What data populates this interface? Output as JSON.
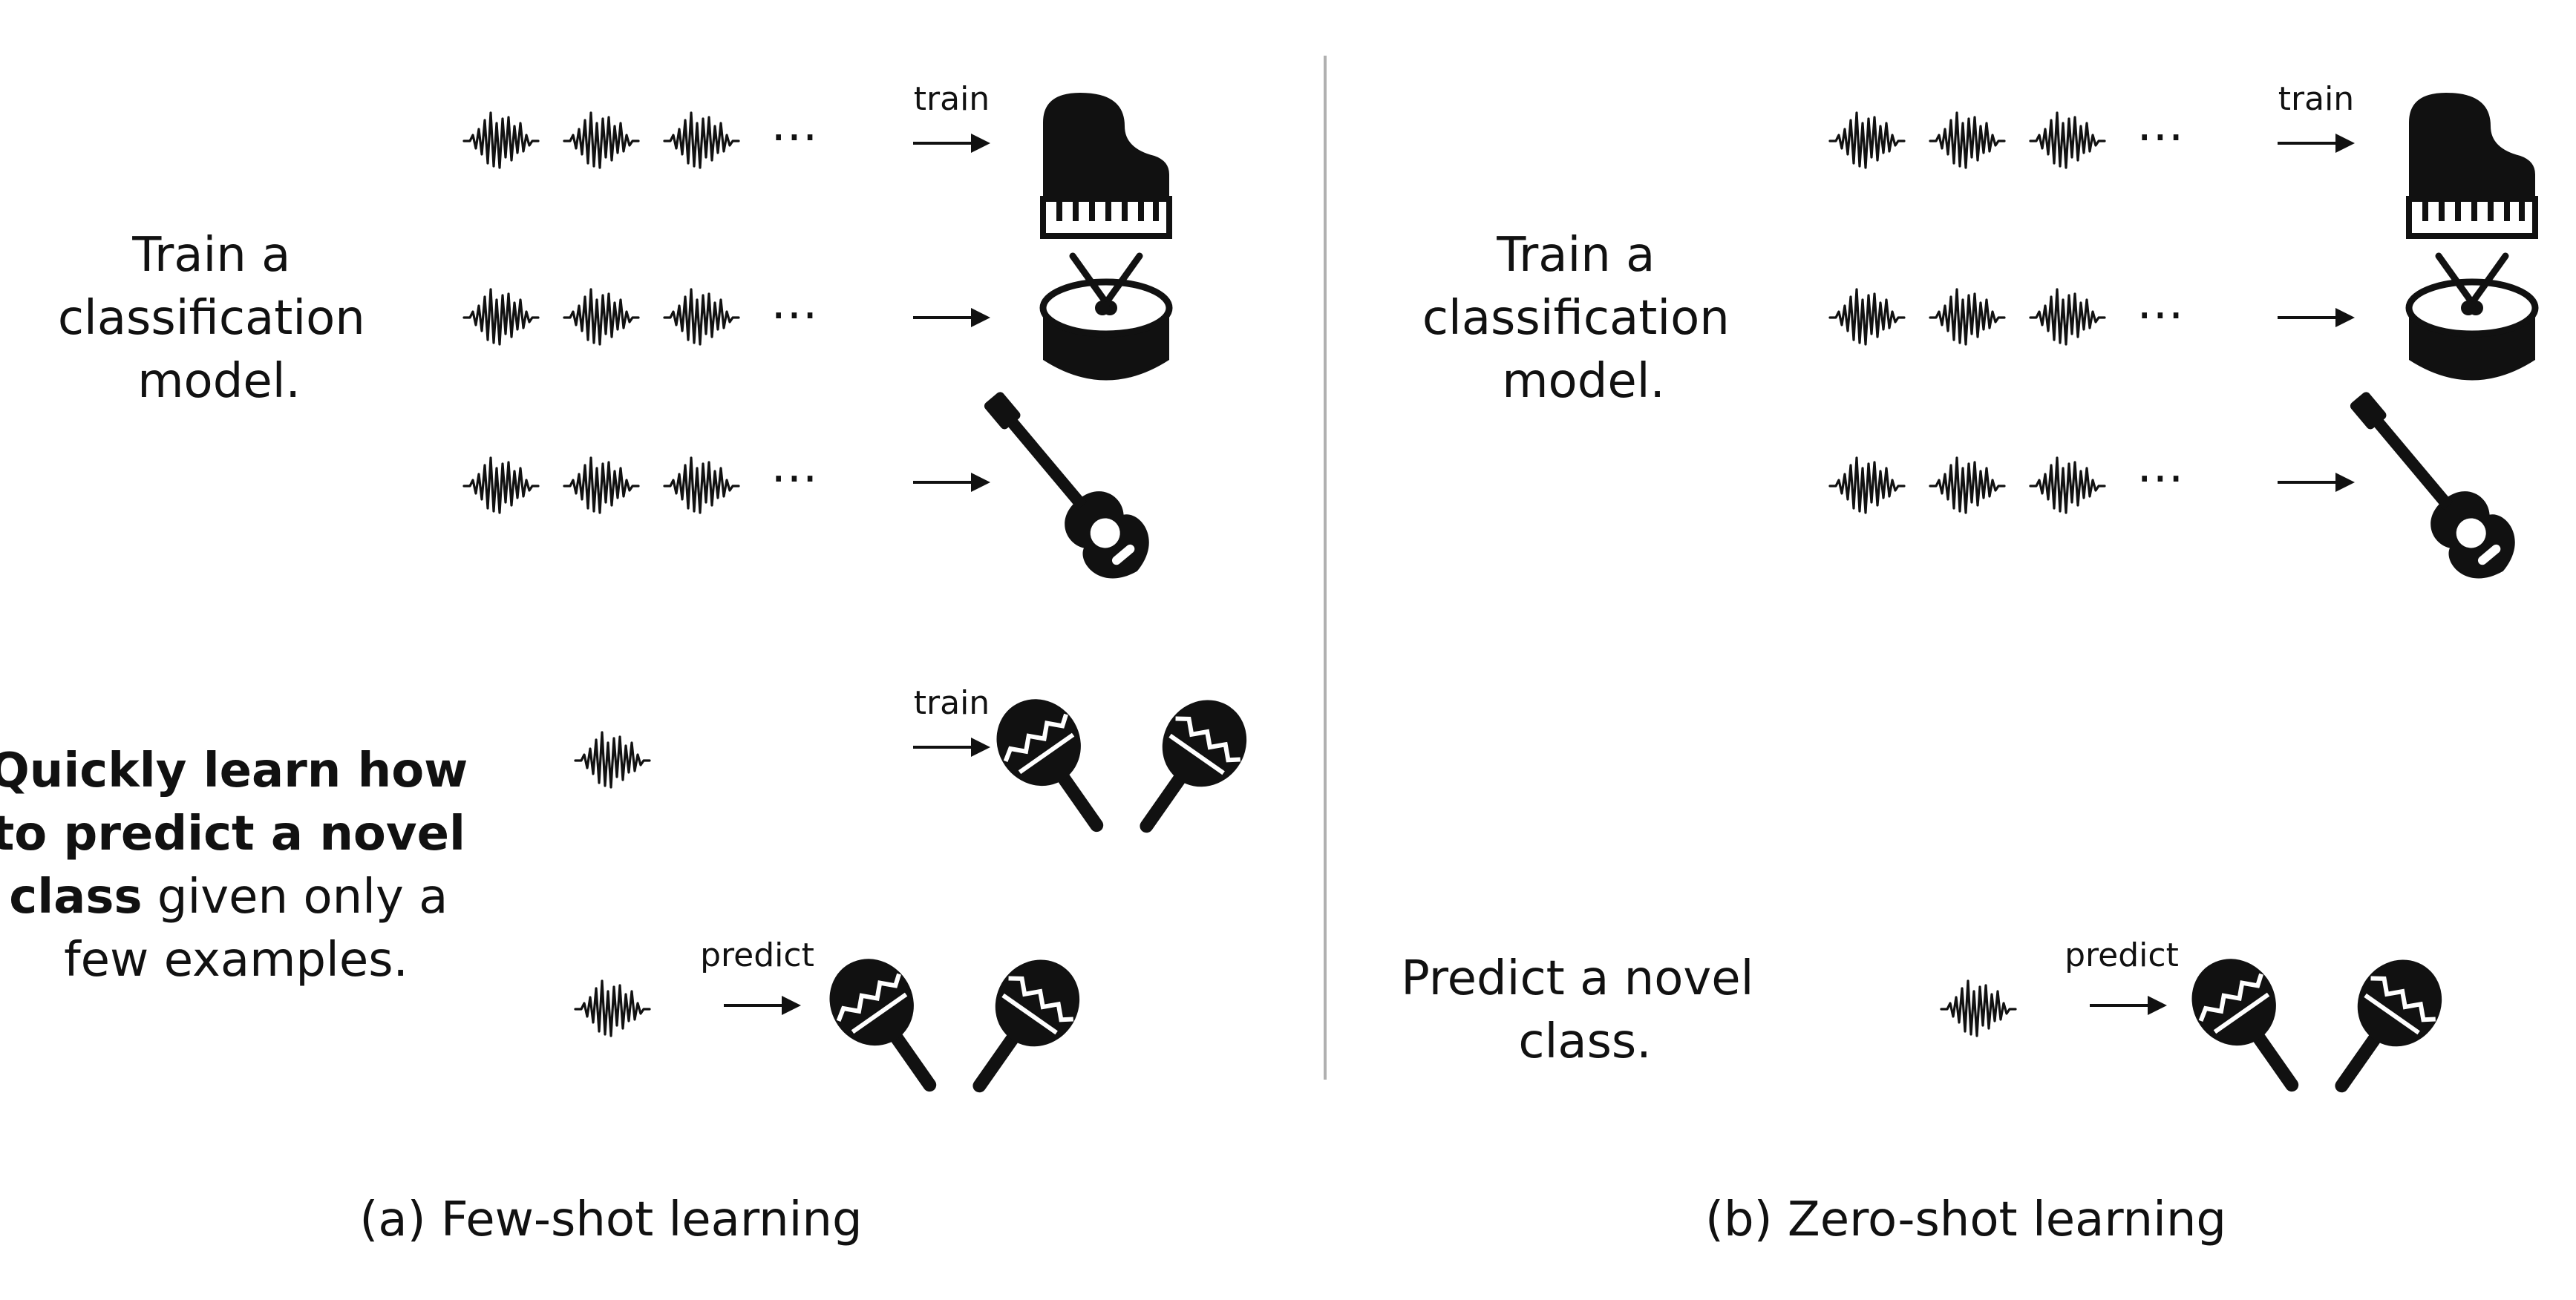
{
  "few_shot": {
    "caption": "(a) Few-shot learning",
    "train_description": [
      "Train a",
      "classification",
      "model."
    ],
    "novel_description": {
      "line1_bold": "Quickly learn how",
      "line2_bold": "to predict a novel",
      "line3_bold": "class",
      "line3_rest": " given only a",
      "line4": "few examples."
    },
    "arrow_train_label": "train",
    "novel_train_label": "train",
    "predict_label": "predict"
  },
  "zero_shot": {
    "caption": "(b) Zero-shot learning",
    "train_description": [
      "Train a",
      "classification",
      "model."
    ],
    "novel_description": [
      "Predict a novel",
      "class."
    ],
    "arrow_train_label": "train",
    "predict_label": "predict"
  },
  "ellipsis": "⋯",
  "icons": [
    "piano-icon",
    "drum-icon",
    "guitar-icon",
    "maracas-icon",
    "waveform-icon"
  ],
  "colors": {
    "ink": "#111111",
    "divider": "#b0b0b0",
    "background": "#ffffff"
  }
}
